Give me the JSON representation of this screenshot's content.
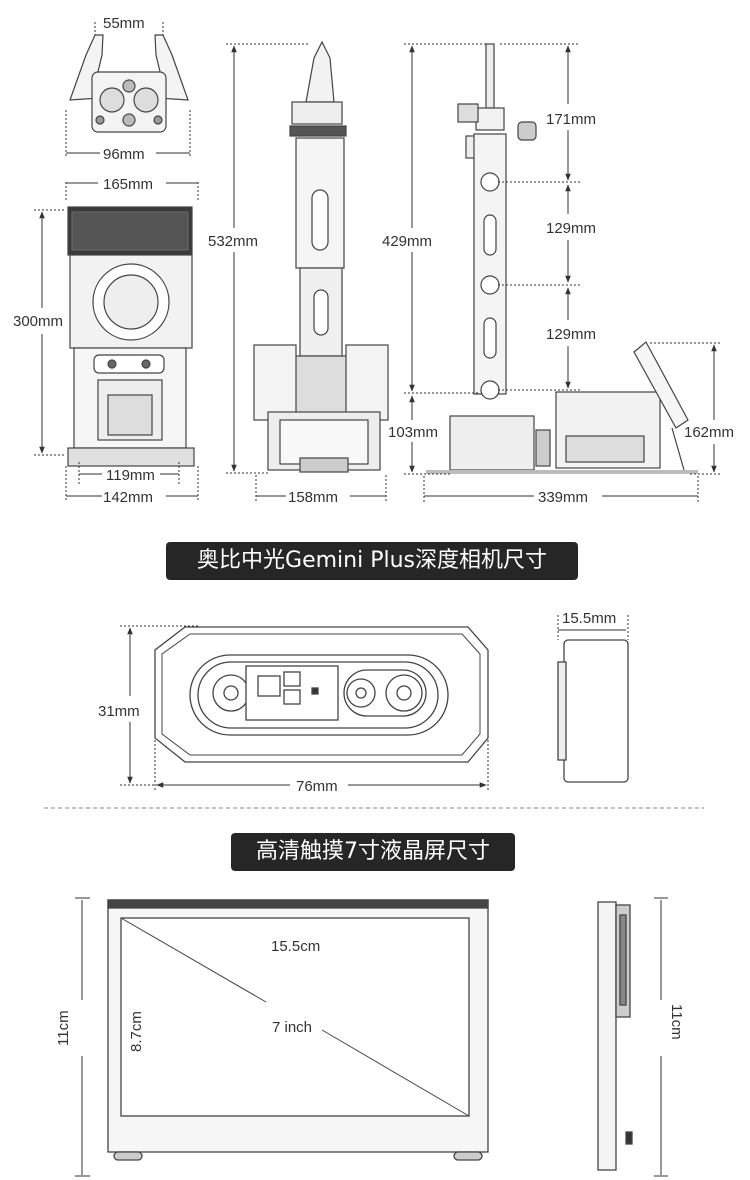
{
  "robot": {
    "gripper_spread": "55mm",
    "gripper_width": "96mm",
    "head_width": "165mm",
    "front_height": "300mm",
    "base_inner_width": "119mm",
    "base_outer_width": "142mm",
    "total_height": "532mm",
    "base_width_front": "158mm",
    "arm_height": "429mm",
    "upper_segment": "171mm",
    "middle_segment": "129mm",
    "lower_segment": "129mm",
    "base_height": "103mm",
    "screen_mount_height": "162mm",
    "total_length": "339mm"
  },
  "camera_section": {
    "title": "奥比中光Gemini Plus深度相机尺寸",
    "height": "31mm",
    "width": "76mm",
    "depth": "15.5mm"
  },
  "screen_section": {
    "title": "高清触摸7寸液晶屏尺寸",
    "width": "15.5cm",
    "height_inner": "8.7cm",
    "diagonal": "7 inch",
    "height_outer": "11cm",
    "side_height": "11cm"
  }
}
